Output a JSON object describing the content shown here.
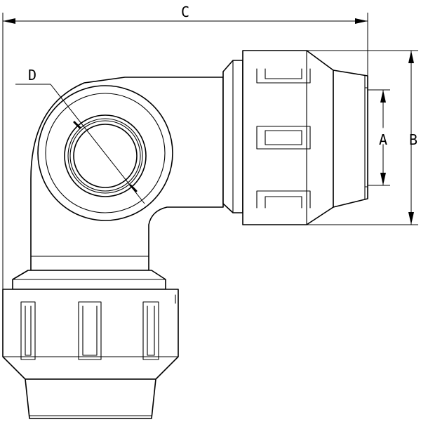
{
  "dimension_labels": {
    "a": "A",
    "b": "B",
    "c": "C",
    "d": "D"
  },
  "colors": {
    "line": "#000000",
    "background": "#ffffff"
  }
}
